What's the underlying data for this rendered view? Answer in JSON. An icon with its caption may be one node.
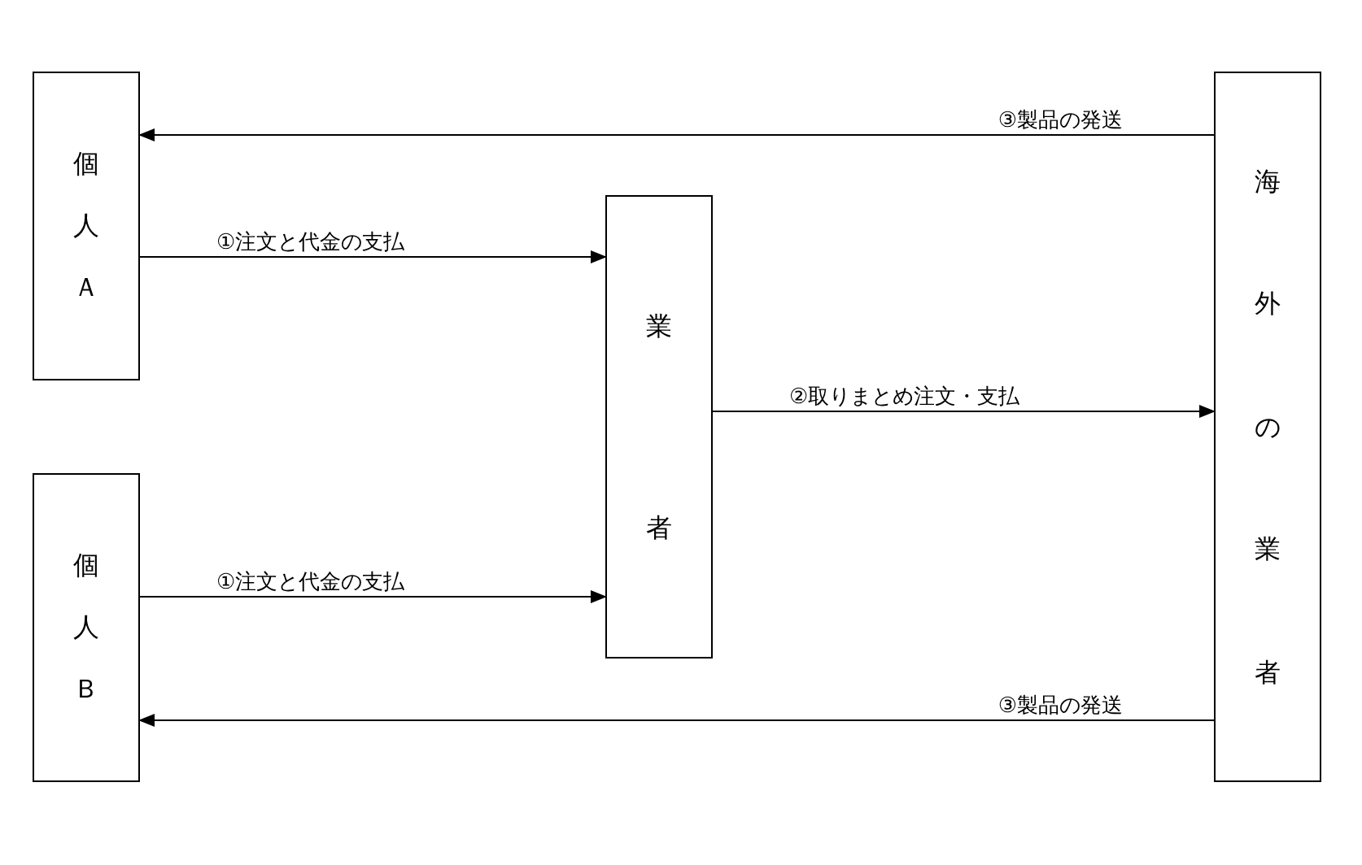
{
  "diagram": {
    "nodes": [
      {
        "text": [
          "個人Ａ"
        ]
      },
      {
        "text": [
          "業者"
        ]
      },
      {
        "text": [
          "海外の業者"
        ]
      },
      {
        "text": [
          "個人Ｂ"
        ]
      }
    ],
    "edges": [
      {
        "from": 2,
        "to": 0,
        "arrow": "to",
        "label": "③製品の発送"
      },
      {
        "from": 0,
        "to": 1,
        "arrow": "to",
        "label": "①注文と代金の支払"
      },
      {
        "from": 1,
        "to": 2,
        "arrow": "to",
        "label": "②取りまとめ注文・支払"
      },
      {
        "from": 3,
        "to": 1,
        "arrow": "to",
        "label": "①注文と代金の支払"
      },
      {
        "from": 2,
        "to": 3,
        "arrow": "to",
        "label": "③製品の発送"
      }
    ]
  }
}
